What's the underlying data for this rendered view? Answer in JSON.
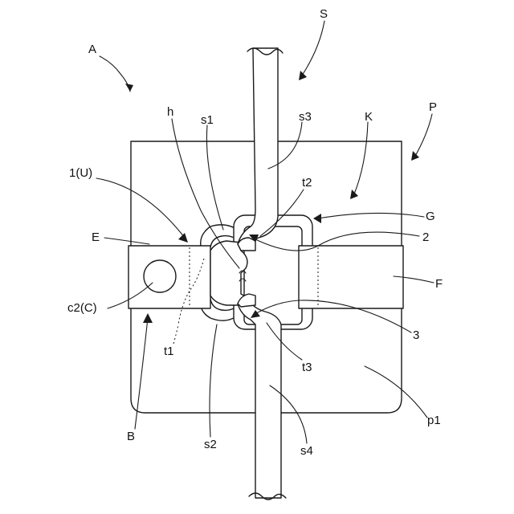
{
  "labels": {
    "A": "A",
    "S": "S",
    "P": "P",
    "K": "K",
    "h": "h",
    "s1": "s1",
    "s3": "s3",
    "t2": "t2",
    "one_u": "1(U)",
    "G": "G",
    "E": "E",
    "two": "2",
    "F": "F",
    "c2c": "c2(C)",
    "three": "3",
    "t1": "t1",
    "t3": "t3",
    "B": "B",
    "p1": "p1",
    "s2": "s2",
    "s4": "s4"
  }
}
